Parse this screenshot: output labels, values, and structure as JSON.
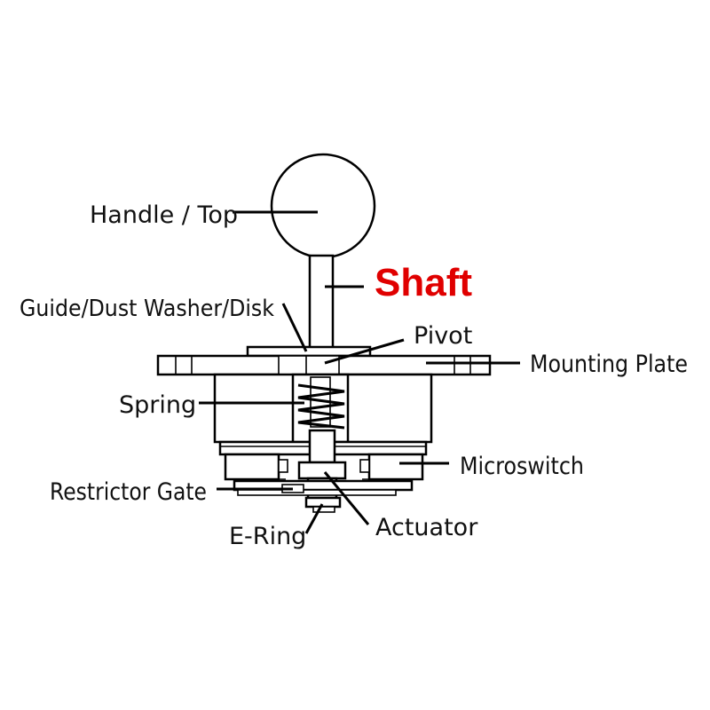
{
  "labels": {
    "handle_top": "Handle / Top",
    "shaft": "Shaft",
    "guide_washer": "Guide/Dust Washer/Disk",
    "pivot": "Pivot",
    "mounting_plate": "Mounting Plate",
    "spring": "Spring",
    "microswitch": "Microswitch",
    "restrictor_gate": "Restrictor Gate",
    "actuator": "Actuator",
    "e_ring": "E-Ring"
  },
  "highlight_color": "#e00000"
}
